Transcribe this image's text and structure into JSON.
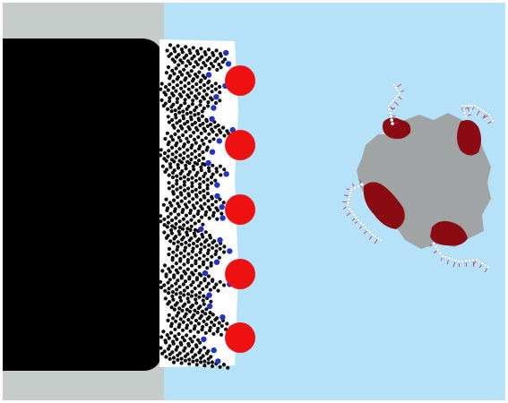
{
  "colors": {
    "page": "#ffffff",
    "wall": "#c5ccc9",
    "water": "#b5e2f8",
    "electrode": "#000000",
    "layer": "#ffffff",
    "chain": "#111111",
    "headgroup": "#2233cc",
    "redox_center": "#ee1111",
    "protein": "#a0a4a4",
    "active_site": "#8a0c12",
    "tether_bead": "#f2fbff",
    "tether_stick": "#c22a50"
  },
  "diagram": {
    "electrode_count": 1,
    "monolayer_chain_count": 58,
    "redox_center_count": 5,
    "protein_count": 1,
    "protein_active_site_count": 4,
    "protein_tether_count": 4,
    "text_labels": []
  }
}
